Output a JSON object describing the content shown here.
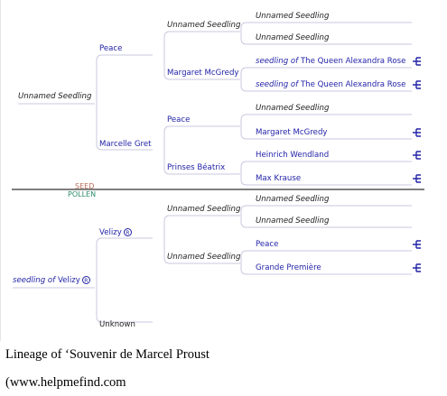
{
  "tree": {
    "seed_label": "SEED",
    "pollen_label": "POLLEN",
    "colors": {
      "link": "#2323a8",
      "line": "#c8c8e0",
      "divider": "#555555"
    },
    "nodes": {
      "root_seed": "Unnamed Seedling",
      "peace_1": "Peace",
      "marcelle_gret": "Marcelle Gret",
      "unnamed_1": "Unnamed Seedling",
      "margaret_mcgredy_1": "Margaret McGredy",
      "peace_2": "Peace",
      "prinses_beatrix": "Prinses Béatrix",
      "unnamed_2": "Unnamed Seedling",
      "unnamed_3": "Unnamed Seedling",
      "seedling_of_1": "seedling of",
      "queen_alexandra_1": "The Queen Alexandra Rose",
      "seedling_of_2": "seedling of",
      "queen_alexandra_2": "The Queen Alexandra Rose",
      "unnamed_4": "Unnamed Seedling",
      "margaret_mcgredy_2": "Margaret McGredy",
      "heinrich_wendland": "Heinrich Wendland",
      "max_krause": "Max Krause",
      "root_pollen_prefix": "seedling of",
      "root_pollen_name": "Velizy",
      "velizy": "Velizy",
      "unknown": "Unknown",
      "unnamed_5": "Unnamed Seedling",
      "unnamed_6": "Unnamed Seedling",
      "unnamed_7": "Unnamed Seedling",
      "unnamed_8": "Unnamed Seedling",
      "peace_3": "Peace",
      "grande_premiere": "Grande Première",
      "registered_mark": "R"
    }
  },
  "caption": {
    "line1": "Lineage of ‘Souvenir de Marcel Proust",
    "line2": "(www.helpmefind.com"
  }
}
